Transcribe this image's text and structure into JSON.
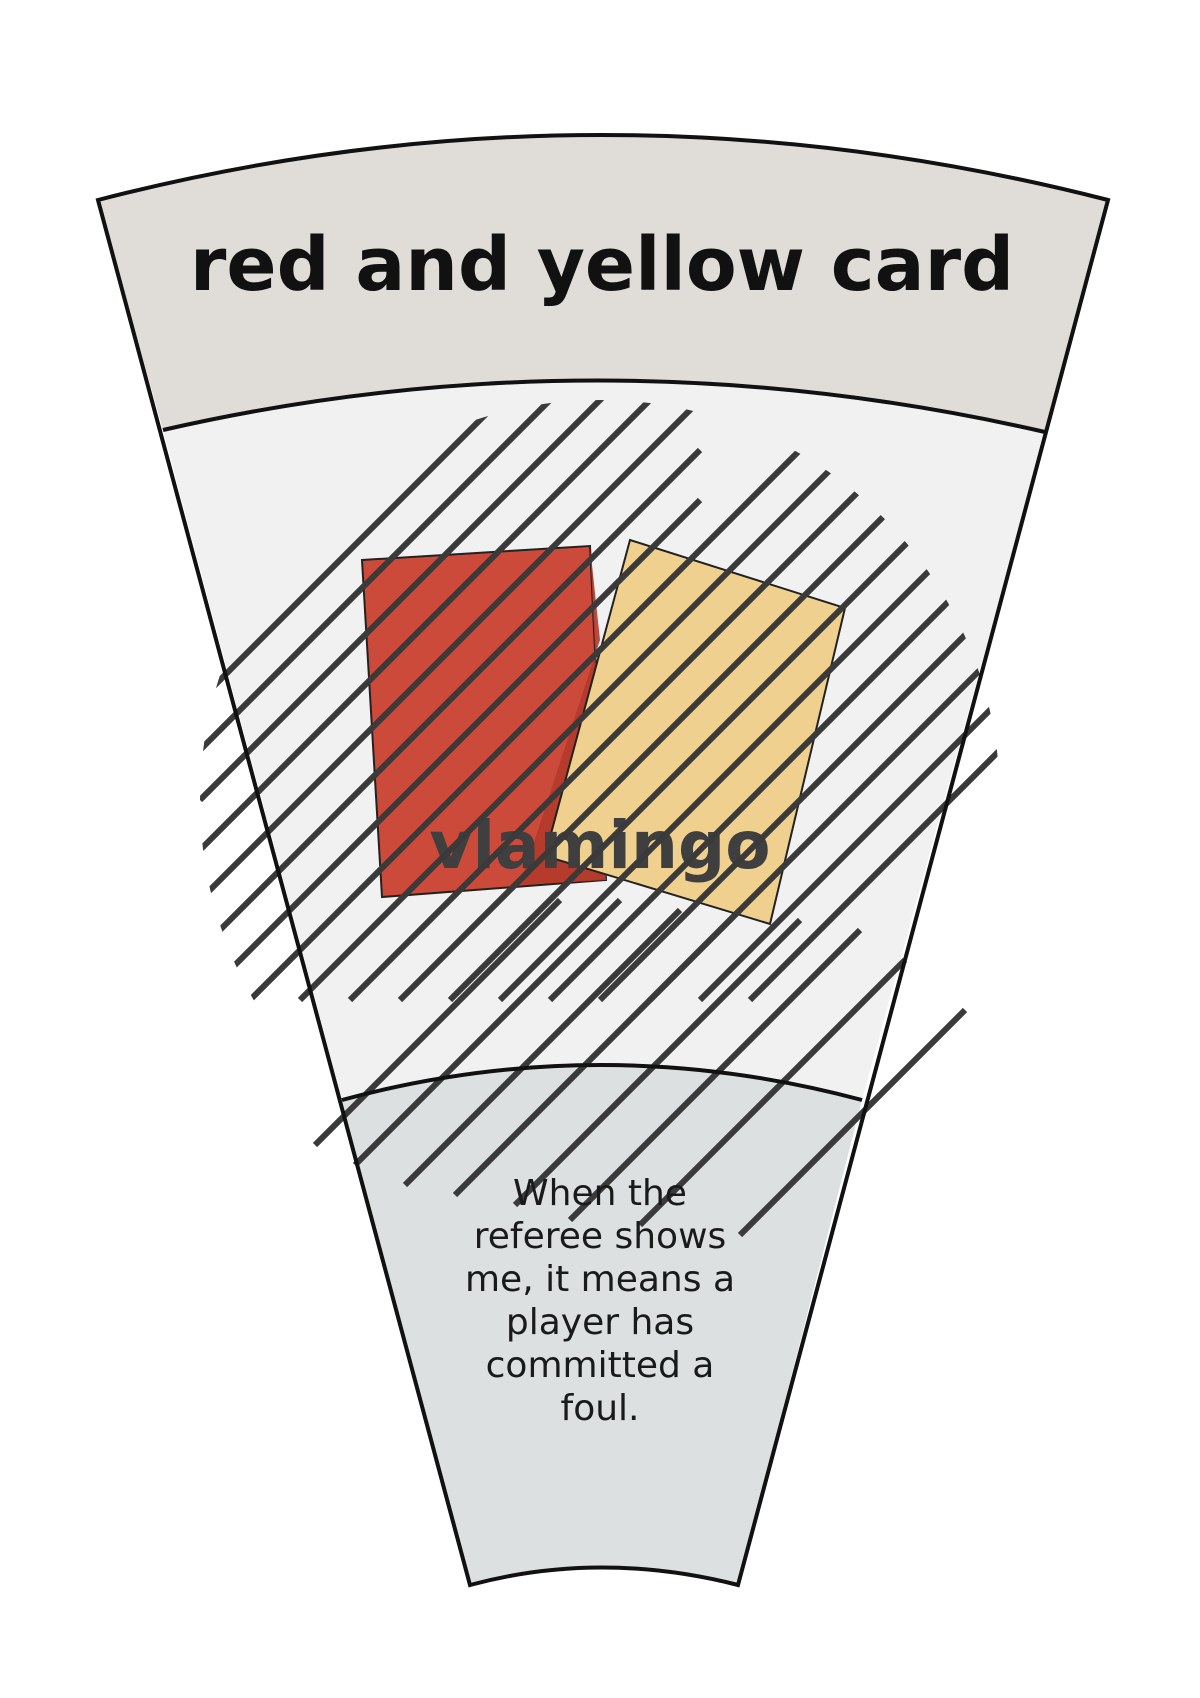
{
  "card": {
    "title": "red and yellow card",
    "description_lines": [
      "When the",
      "referee shows",
      "me, it means a",
      "player has",
      "committed a",
      "foul."
    ],
    "illustration": {
      "items": [
        "red-card",
        "yellow-card"
      ],
      "red_card_color": "#cc4a3a",
      "yellow_card_color": "#efd08e"
    },
    "watermark": {
      "text": "vlamingo",
      "color": "#3f3f3f"
    },
    "colors": {
      "title_band": "#e0ddd8",
      "image_area": "#f1f1f1",
      "text_area": "#dce0e1",
      "outline": "#111111",
      "hatch": "#3a3a3a"
    }
  }
}
